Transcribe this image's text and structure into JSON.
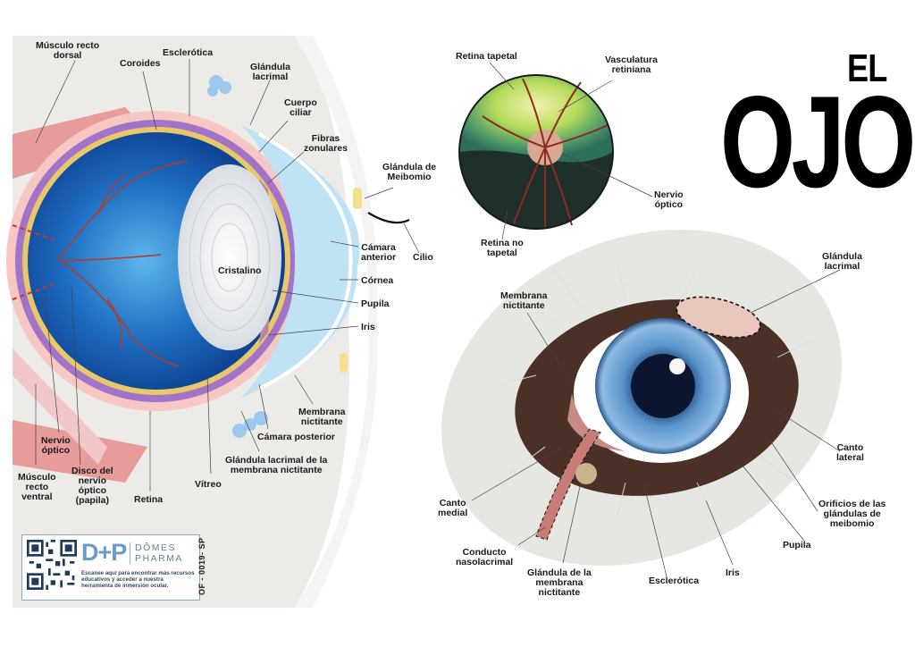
{
  "title": {
    "line1": "EL",
    "line2": "OJO"
  },
  "cross_section": {
    "labels": {
      "dorsal_muscle": [
        "Músculo recto",
        "dorsal"
      ],
      "coroides": "Coroides",
      "esclerotica": "Esclerótica",
      "glandula_lacrimal": [
        "Glándula",
        "lacrimal"
      ],
      "cuerpo_ciliar": [
        "Cuerpo",
        "ciliar"
      ],
      "fibras_zonulares": [
        "Fibras",
        "zonulares"
      ],
      "glandula_meibomio": [
        "Glándula de",
        "Meibomio"
      ],
      "camara_anterior": [
        "Cámara",
        "anterior"
      ],
      "cilio": "Cilio",
      "cristalino": "Cristalino",
      "cornea": "Córnea",
      "pupila": "Pupila",
      "iris": "Iris",
      "membrana_nictitante": [
        "Membrana",
        "nictitante"
      ],
      "camara_posterior": "Cámara posterior",
      "glandula_lacrimal_membrana": [
        "Glándula lacrimal de la",
        "membrana nictitante"
      ],
      "vitreo": "Vítreo",
      "retina": "Retina",
      "disco_nervio": [
        "Disco del",
        "nervio",
        "óptico",
        "(papila)"
      ],
      "nervio_optico": [
        "Nervio",
        "óptico"
      ],
      "musculo_ventral": [
        "Músculo",
        "recto",
        "ventral"
      ]
    }
  },
  "fundus": {
    "labels": {
      "retina_tapetal": "Retina tapetal",
      "vasculatura": [
        "Vasculatura",
        "retiniana"
      ],
      "nervio_optico": [
        "Nervio",
        "óptico"
      ],
      "retina_no_tapetal": [
        "Retina no",
        "tapetal"
      ]
    }
  },
  "external_eye": {
    "labels": {
      "glandula_lacrimal": [
        "Glándula",
        "lacrimal"
      ],
      "membrana_nictitante": [
        "Membrana",
        "nictitante"
      ],
      "canto_lateral": [
        "Canto",
        "lateral"
      ],
      "orificios": [
        "Orificios de las",
        "glándulas de",
        "meibomio"
      ],
      "pupila": "Pupila",
      "iris": "Iris",
      "esclerotica": "Esclerótica",
      "glandula_membrana": [
        "Glándula de la",
        "membrana",
        "nictitante"
      ],
      "conducto": [
        "Conducto",
        "nasolacrimal"
      ],
      "canto_medial": [
        "Canto",
        "medial"
      ]
    }
  },
  "brand": {
    "logo": "D+P",
    "name_line1": "DÔMES",
    "name_line2": "PHARMA",
    "text": "Escanee aquí para encontrar más recursos educativos y acceder a nuestra herramienta de inmersión ocular.",
    "code": "OF - 0019- SP"
  },
  "colors": {
    "accent": "#6c9bc7",
    "cornea": "#bfe3f5",
    "vitreous": "#1b5fb0",
    "tapetum": "#9fd24a",
    "iris": "#3d77b4"
  }
}
